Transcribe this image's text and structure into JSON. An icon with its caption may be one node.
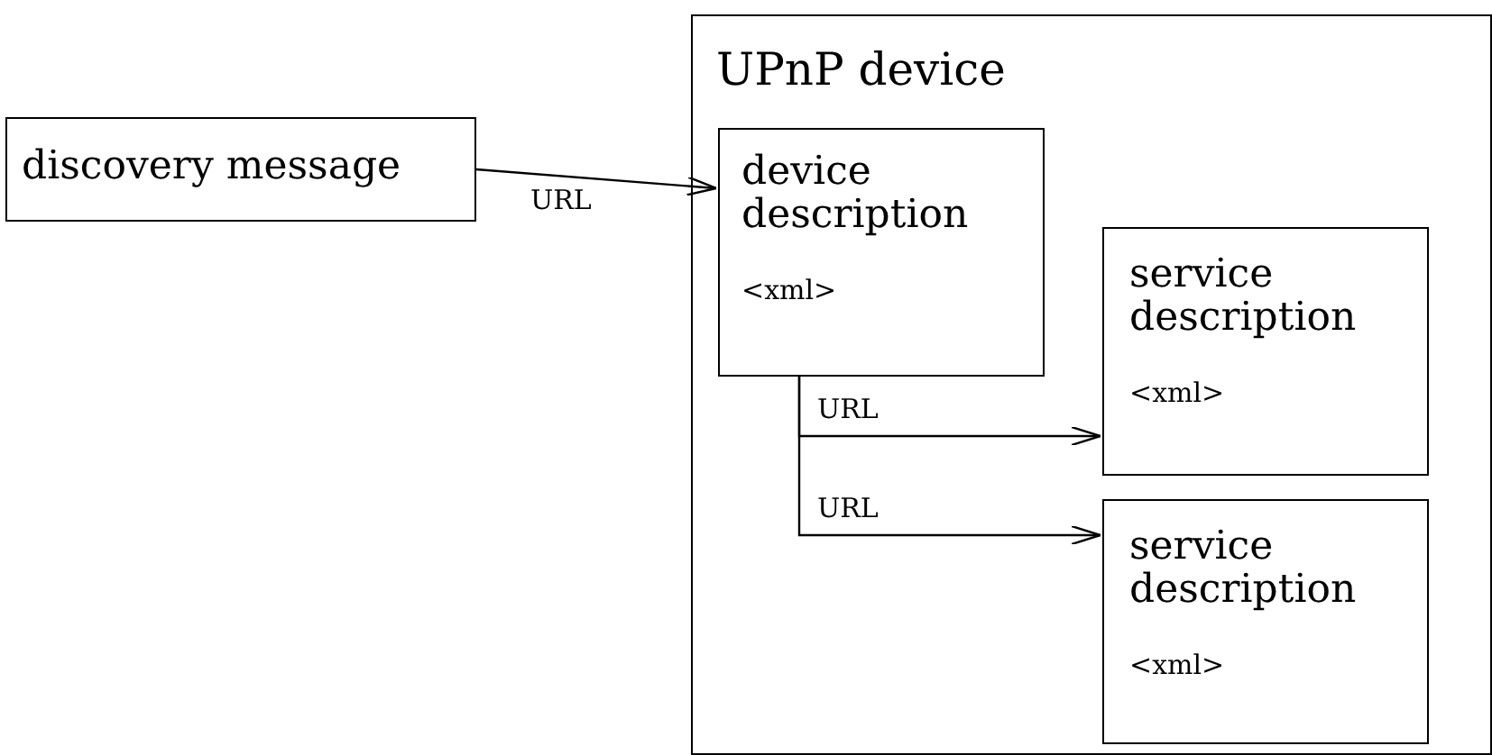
{
  "diagram": {
    "nodes": [
      {
        "text": [
          "discovery message"
        ]
      },
      {
        "text": [
          "UPnP device"
        ]
      },
      {
        "text": [
          "device description",
          "<xml>"
        ],
        "in": 1
      },
      {
        "text": [
          "service description",
          "<xml>"
        ],
        "in": 1
      },
      {
        "text": [
          "service description",
          "<xml>"
        ],
        "in": 1
      }
    ],
    "edges": [
      {
        "from": 0,
        "to": 2,
        "arrow": "to",
        "label": "URL"
      },
      {
        "from": 2,
        "to": 3,
        "arrow": "to",
        "label": "URL"
      },
      {
        "from": 2,
        "to": 4,
        "arrow": "to",
        "label": "URL"
      }
    ]
  }
}
